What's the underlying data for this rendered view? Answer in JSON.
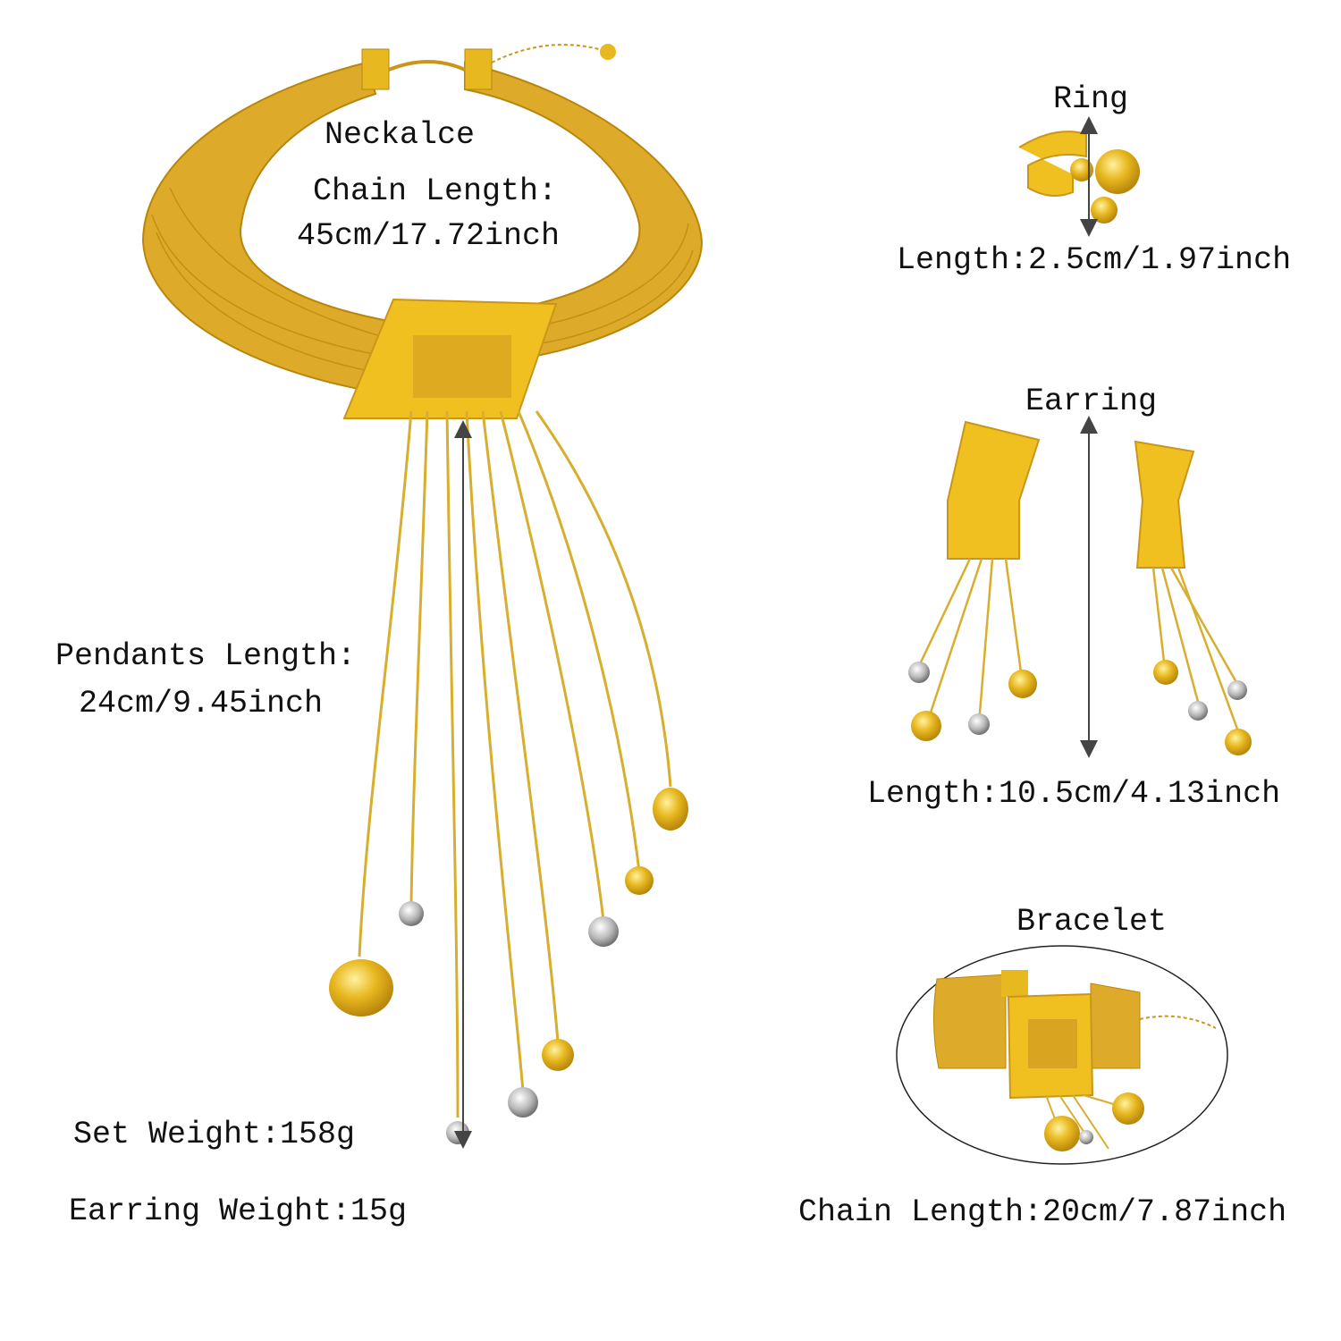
{
  "necklace": {
    "title": "Neckalce",
    "chain_label": "Chain Length:",
    "chain_value": "45cm/17.72inch",
    "pendants_label": "Pendants Length:",
    "pendants_value": "24cm/9.45inch"
  },
  "ring": {
    "title": "Ring",
    "length": "Length:2.5cm/1.97inch"
  },
  "earring": {
    "title": "Earring",
    "length": "Length:10.5cm/4.13inch"
  },
  "bracelet": {
    "title": "Bracelet",
    "length": "Chain Length:20cm/7.87inch"
  },
  "weights": {
    "set": "Set Weight:158g",
    "earring": "Earring Weight:15g"
  },
  "colors": {
    "gold": "#E8B820",
    "gold_dark": "#C9961A",
    "silver": "#B8B8B8",
    "arrow": "#444444"
  }
}
